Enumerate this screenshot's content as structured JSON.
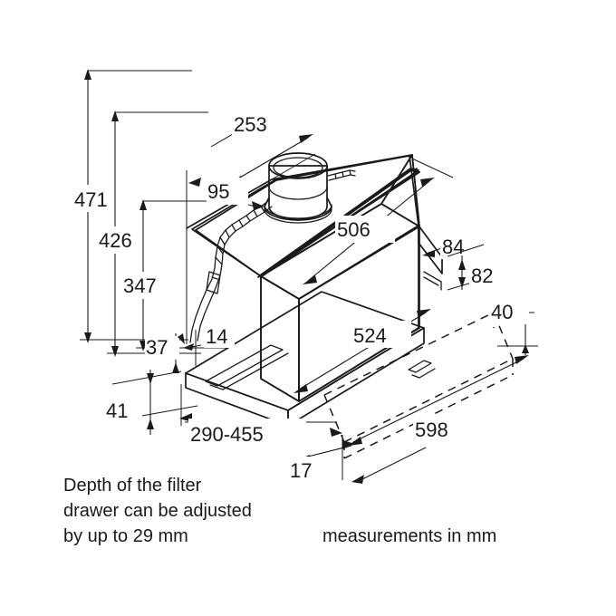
{
  "drawing": {
    "title": "Cooker hood dimension drawing",
    "subject": "telescopic pull-out extractor hood",
    "projection": "isometric",
    "units": "mm",
    "line_color": "#1a1a1a",
    "background_color": "#ffffff"
  },
  "dimensions": {
    "height_total": "471",
    "height_upper": "426",
    "height_mid": "347",
    "height_low": "37",
    "height_base": "41",
    "duct_offset_top": "253",
    "duct_offset_side": "95",
    "body_depth": "506",
    "body_width_back": "524",
    "drawer_extended": "598",
    "trim_depth": "84",
    "trim_height": "82",
    "panel_height": "40",
    "front_thickness": "17",
    "opening_width": "290-455",
    "small_offset": "14"
  },
  "notes": {
    "filter_note_line1": "Depth of the filter",
    "filter_note_line2": "drawer can be adjusted",
    "filter_note_line3": "by up to 29 mm",
    "units_note": "measurements in mm"
  }
}
